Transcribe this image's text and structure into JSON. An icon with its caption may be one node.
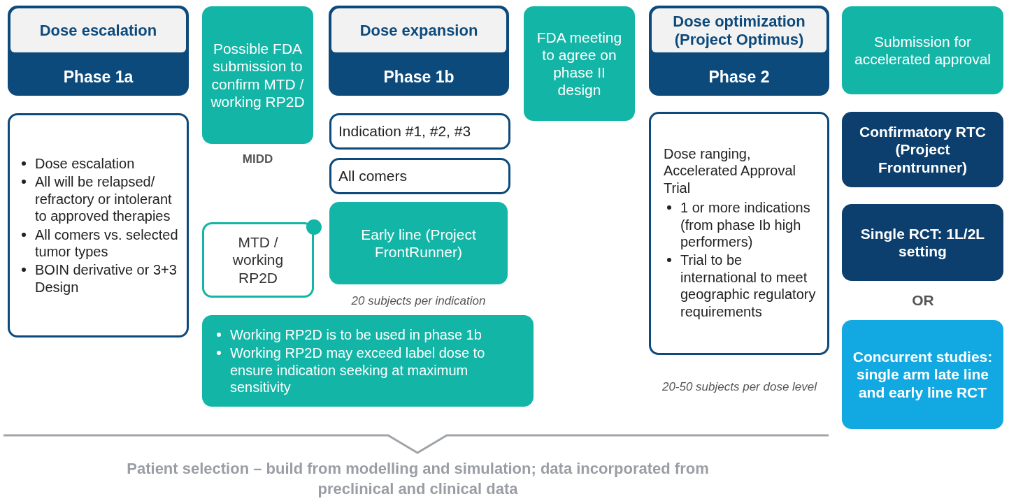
{
  "diagram": {
    "caption": "Patient selection – build from modelling and simulation; data incorporated from preclinical and clinical data",
    "nodes": [
      {
        "text": [
          "Dose escalation",
          "Phase 1a"
        ]
      },
      {
        "text": [
          "Dose escalation",
          "All will be relapsed/ refractory or intolerant to approved therapies",
          "All comers vs. selected tumor types",
          "BOIN derivative or 3+3 Design"
        ]
      },
      {
        "text": [
          "Possible FDA submission to confirm MTD / working RP2D"
        ],
        "beside": [
          "MIDD"
        ]
      },
      {
        "text": [
          "MTD / working RP2D"
        ]
      },
      {
        "text": [
          "Dose expansion",
          "Phase 1b"
        ]
      },
      {
        "text": [
          "Indication #1, #2, #3"
        ]
      },
      {
        "text": [
          "All comers"
        ]
      },
      {
        "text": [
          "Early line (Project FrontRunner)"
        ],
        "beside": [
          "20 subjects per indication"
        ]
      },
      {
        "text": [
          "Working RP2D is to be used in phase 1b",
          "Working RP2D may exceed label dose to ensure indication seeking at maximum sensitivity"
        ]
      },
      {
        "text": [
          "FDA meeting to agree on phase II design"
        ]
      },
      {
        "text": [
          "Dose optimization (Project Optimus)",
          "Phase 2"
        ]
      },
      {
        "text": [
          "Dose ranging, Accelerated Approval Trial",
          "1 or more indications (from phase Ib high performers)",
          "Trial to be international to meet geographic regulatory requirements"
        ],
        "beside": [
          "20-50 subjects per dose level"
        ]
      },
      {
        "text": [
          "Submission for accelerated approval"
        ]
      },
      {
        "text": [
          "Confirmatory RTC (Project Frontrunner)"
        ]
      },
      {
        "text": [
          "Single RCT: 1L/2L setting"
        ]
      },
      {
        "text": [
          "Concurrent studies: single arm late line and early line RCT"
        ]
      }
    ],
    "labels": [
      "OR"
    ]
  }
}
